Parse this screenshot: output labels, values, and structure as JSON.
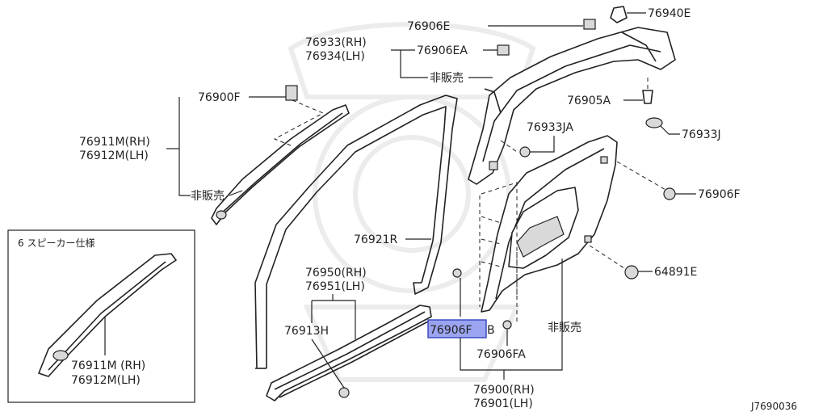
{
  "diagram": {
    "code": "J7690036",
    "inset_title": "6 スピーカー仕様",
    "labels": {
      "p76906E": "76906E",
      "p76940E": "76940E",
      "p76933RH": "76933(RH)",
      "p76934LH": "76934(LH)",
      "p76906EA": "76906EA",
      "not_sold_top": "非販売",
      "p76900F": "76900F",
      "p76905A": "76905A",
      "p76933JA": "76933JA",
      "p76933J": "76933J",
      "p76911M_RH": "76911M(RH)",
      "p76912M_LH": "76912M(LH)",
      "not_sold_left": "非販売",
      "p76906F": "76906F",
      "p76921R": "76921R",
      "p64891E": "64891E",
      "p76950RH": "76950(RH)",
      "p76951LH": "76951(LH)",
      "p76913H": "76913H",
      "p76906FB_main": "76906F",
      "p76906FB_suffix": "B",
      "not_sold_right": "非販売",
      "p76906FA": "76906FA",
      "p76900RH": "76900(RH)",
      "p76901LH": "76901(LH)",
      "inset_76911M": "76911M (RH)",
      "inset_76912M": "76912M(LH)"
    },
    "highlight_color": "#9aa4f0"
  }
}
